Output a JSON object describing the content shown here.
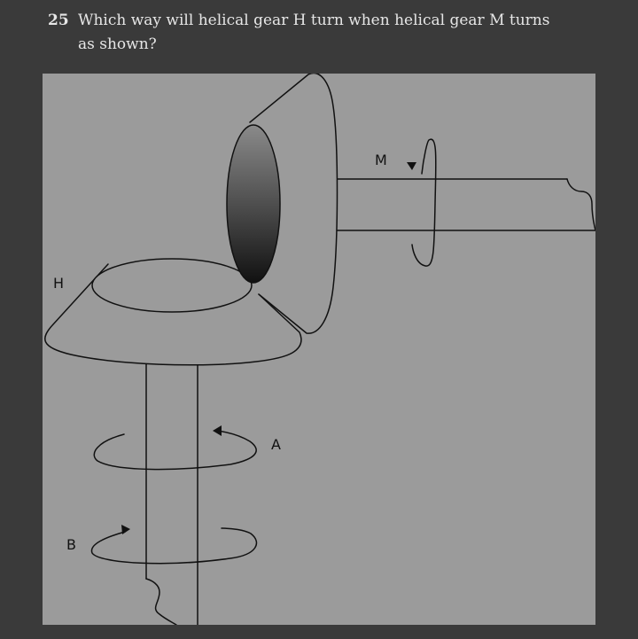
{
  "question": {
    "number": "25",
    "text": "Which way will helical gear H turn when helical gear M turns as shown?"
  },
  "diagram": {
    "labels": {
      "gear_h": "H",
      "gear_m": "M",
      "option_a": "A",
      "option_b": "B"
    },
    "colors": {
      "panel": "#9b9b9b",
      "page_background": "#3a3a3a",
      "line": "#111111"
    }
  }
}
